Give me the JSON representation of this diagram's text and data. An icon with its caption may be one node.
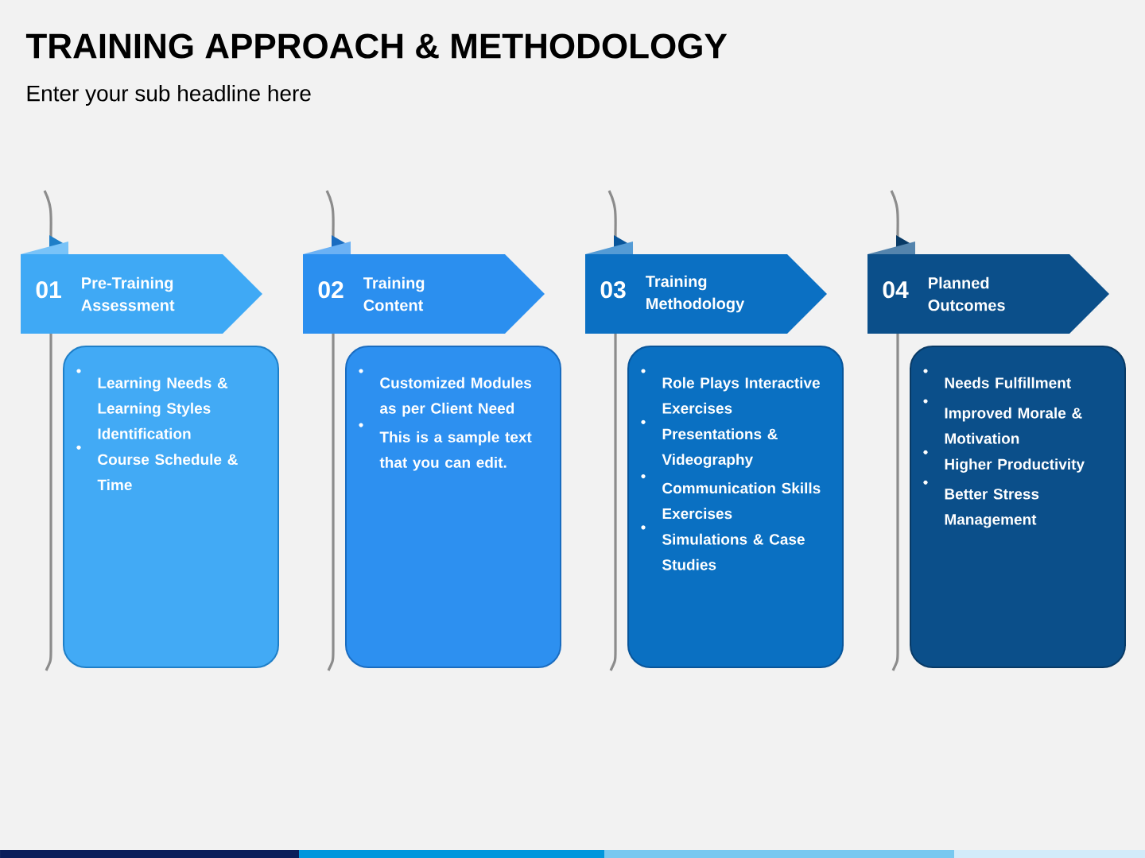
{
  "diagram": {
    "title": "TRAINING APPROACH & METHODOLOGY",
    "nodes": [
      {
        "text": [
          "01",
          "Pre-Training Assessment"
        ]
      },
      {
        "text": [
          "Learning Needs & Learning Styles Identification",
          "Course Schedule & Time"
        ]
      },
      {
        "text": [
          "02",
          "Training Content"
        ]
      },
      {
        "text": [
          "Customized Modules as per Client Need",
          "This is a sample text that you can edit."
        ]
      },
      {
        "text": [
          "03",
          "Training Methodology"
        ]
      },
      {
        "text": [
          "Role Plays Interactive Exercises",
          "Presentations & Videography",
          "Communication Skills Exercises",
          "Simulations & Case Studies"
        ]
      },
      {
        "text": [
          "04",
          "Planned Outcomes"
        ]
      },
      {
        "text": [
          "Needs Fulfillment",
          "Improved Morale & Motivation",
          "Higher Productivity",
          "Better Stress Management"
        ]
      }
    ],
    "labels": [
      "Enter your sub headline here"
    ]
  }
}
